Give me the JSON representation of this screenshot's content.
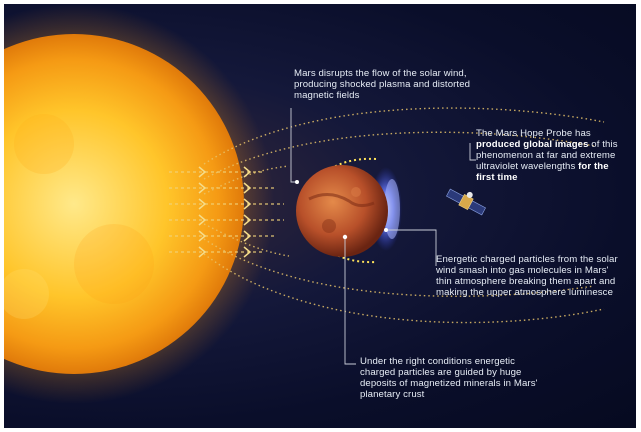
{
  "callouts": {
    "solar_wind": "Mars disrupts the flow of the solar wind, producing shocked plasma and distorted magnetic fields",
    "probe": {
      "part1": "The Mars Hope Probe has ",
      "bold1": "produced global images",
      "part2": " of this phenomenon at far and extreme ultraviolet wavelengths ",
      "bold2": "for the first time"
    },
    "particles": "Energetic charged particles from the solar wind smash into gas molecules in Mars' thin atmosphere breaking them apart and making the upper atmosphere luminesce",
    "crust": "Under the right conditions energetic charged particles are guided by huge deposits of magnetized minerals in Mars' planetary crust"
  },
  "colors": {
    "sun_core": "#ffd23a",
    "sun_edge": "#f08a10",
    "mars": "#c4562a",
    "aurora": "#6b7dff",
    "field_lines": "#e8c46a",
    "flow_arrows": "#f0d27a",
    "background": "#0a0e2a"
  },
  "icons": [
    "sun",
    "mars-planet",
    "hope-probe-spacecraft",
    "aurora-glow",
    "flow-arrow"
  ]
}
